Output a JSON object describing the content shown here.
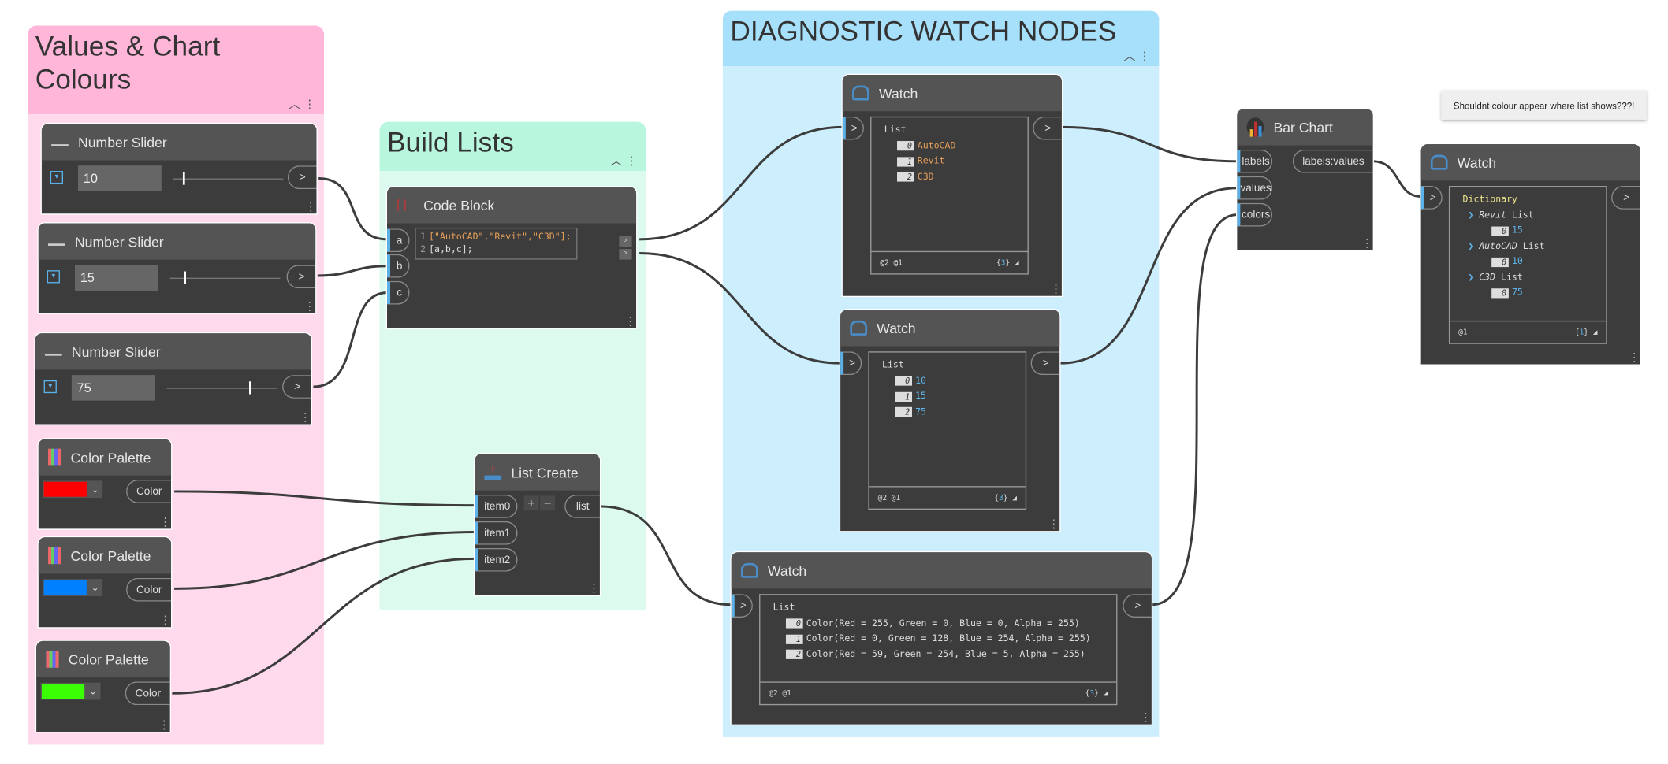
{
  "groups": [
    {
      "title": "Values & Chart Colours",
      "header_color": "#ffb6d9",
      "body_color": "#ffdaec"
    },
    {
      "title": "Build Lists",
      "header_color": "#b8f7de",
      "body_color": "#dcfbee"
    },
    {
      "title": "DIAGNOSTIC WATCH NODES",
      "header_color": "#a6e0fb",
      "body_color": "#cdeefd"
    }
  ],
  "sliders": [
    {
      "title": "Number Slider",
      "value": "10",
      "fraction": 0.03
    },
    {
      "title": "Number Slider",
      "value": "15",
      "fraction": 0.05
    },
    {
      "title": "Number Slider",
      "value": "75",
      "fraction": 0.72
    }
  ],
  "palettes": [
    {
      "title": "Color Palette",
      "color": "#ff0000",
      "out": "Color"
    },
    {
      "title": "Color Palette",
      "color": "#0080fe",
      "out": "Color"
    },
    {
      "title": "Color Palette",
      "color": "#3bfe05",
      "out": "Color"
    }
  ],
  "code_block": {
    "title": "Code Block",
    "inputs": [
      "a",
      "b",
      "c"
    ],
    "lines": [
      {
        "num": "1",
        "text": "[\"AutoCAD\",\"Revit\",\"C3D\"];"
      },
      {
        "num": "2",
        "text": "[a,b,c];"
      }
    ],
    "out": ">"
  },
  "list_create": {
    "title": "List Create",
    "inputs": [
      "item0",
      "item1",
      "item2"
    ],
    "plus": "+",
    "minus": "−",
    "out": "list"
  },
  "watch_labels": {
    "title": "Watch",
    "type": "List",
    "items": [
      {
        "i": "0",
        "v": "AutoCAD"
      },
      {
        "i": "1",
        "v": "Revit"
      },
      {
        "i": "2",
        "v": "C3D"
      }
    ],
    "levels": "@2 @1",
    "count_open": "{",
    "count": "3",
    "count_close": "}"
  },
  "watch_values": {
    "title": "Watch",
    "type": "List",
    "items": [
      {
        "i": "0",
        "v": "10"
      },
      {
        "i": "1",
        "v": "15"
      },
      {
        "i": "2",
        "v": "75"
      }
    ],
    "levels": "@2 @1",
    "count_open": "{",
    "count": "3",
    "count_close": "}"
  },
  "watch_colors": {
    "title": "Watch",
    "type": "List",
    "items": [
      {
        "i": "0",
        "v": "Color(Red = 255, Green = 0, Blue = 0, Alpha = 255)"
      },
      {
        "i": "1",
        "v": "Color(Red = 0, Green = 128, Blue = 254, Alpha = 255)"
      },
      {
        "i": "2",
        "v": "Color(Red = 59, Green = 254, Blue = 5, Alpha = 255)"
      }
    ],
    "levels": "@2 @1",
    "count_open": "{",
    "count": "3",
    "count_close": "}"
  },
  "bar_chart": {
    "title": "Bar Chart",
    "inputs": [
      "labels",
      "values",
      "colors"
    ],
    "out": "labels:values"
  },
  "watch_dict": {
    "title": "Watch",
    "type": "Dictionary",
    "entries": [
      {
        "key": "Revit",
        "type": "List",
        "i": "0",
        "v": "15"
      },
      {
        "key": "AutoCAD",
        "type": "List",
        "i": "0",
        "v": "10"
      },
      {
        "key": "C3D",
        "type": "List",
        "i": "0",
        "v": "75"
      }
    ],
    "levels": "@1",
    "count_open": "{",
    "count": "1",
    "count_close": "}"
  },
  "note": {
    "text": "Shouldnt colour appear where list shows???!"
  },
  "port_arrow": ">"
}
